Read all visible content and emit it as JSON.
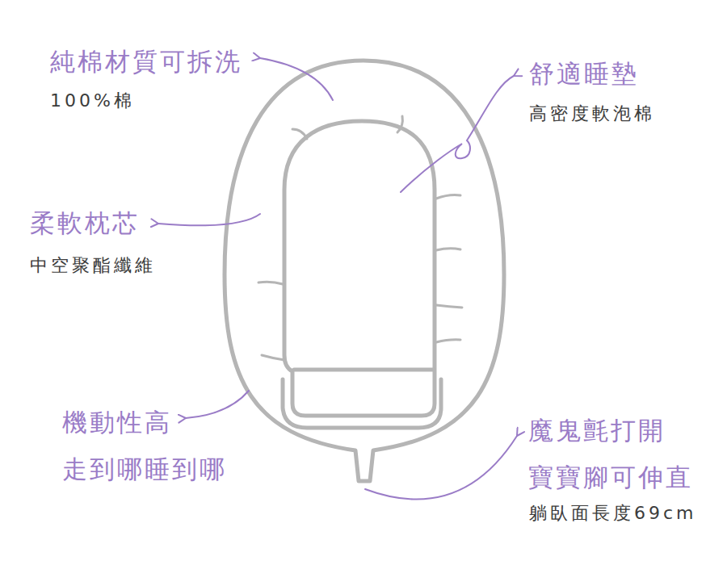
{
  "diagram": {
    "labels": [
      "純棉材質可拆洗",
      "100%棉",
      "舒適睡墊",
      "高密度軟泡棉",
      "柔軟枕芯",
      "中空聚酯纖維",
      "機動性高 走到哪睡到哪",
      "魔鬼氈打開 寶寶腳可伸直",
      "躺臥面長度69cm"
    ]
  }
}
